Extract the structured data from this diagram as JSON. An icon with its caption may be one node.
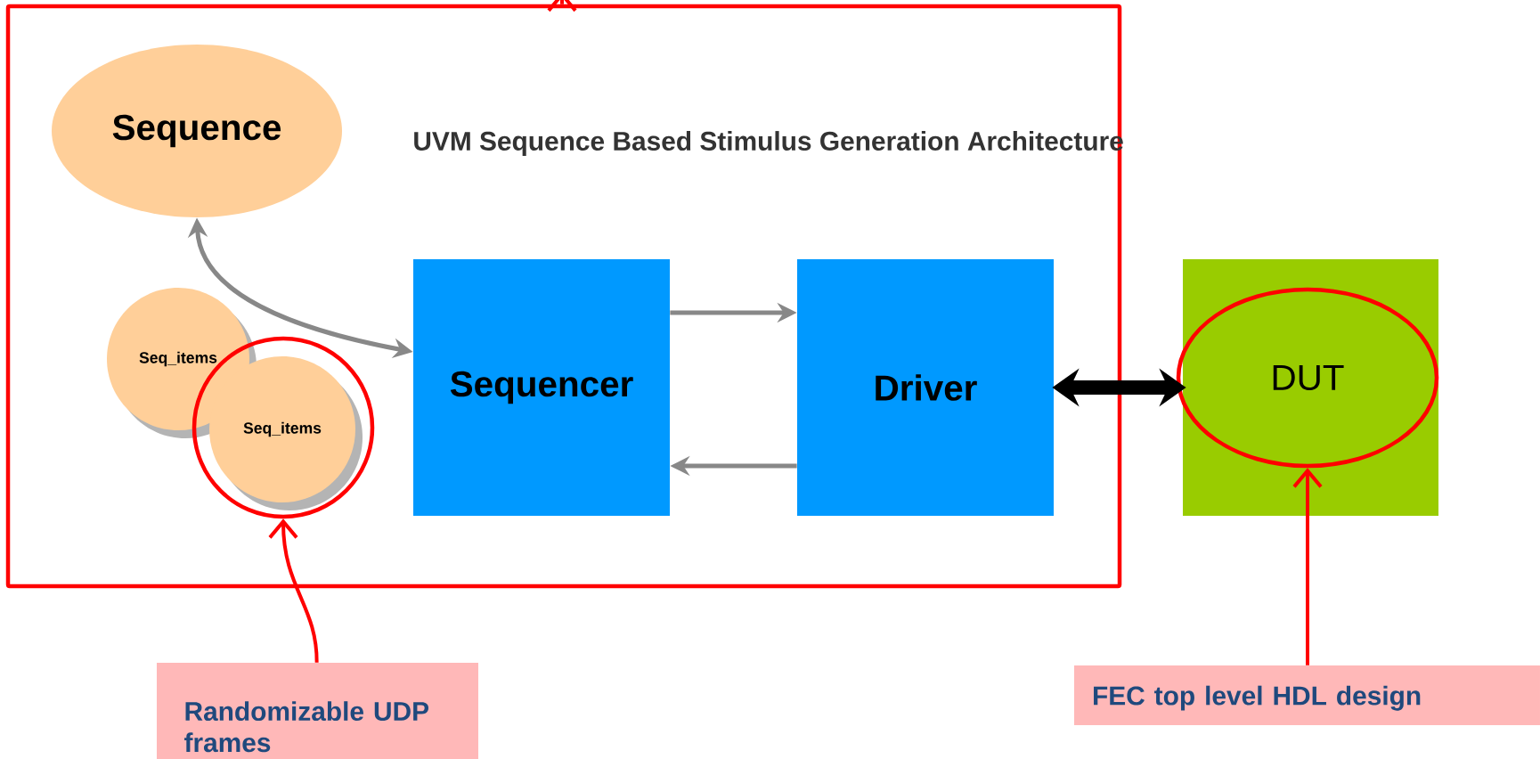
{
  "diagram": {
    "nodes": [
      {
        "text": [],
        "shape": "box"
      },
      {
        "text": [
          "Sequence"
        ],
        "in": 0
      },
      {
        "text": [
          "Seq_items"
        ],
        "in": 0
      },
      {
        "text": [
          "Seq_items"
        ],
        "in": 4
      },
      {
        "text": [],
        "shape": "circle",
        "in": 0
      },
      {
        "text": [
          "Sequencer"
        ],
        "in": 0
      },
      {
        "text": [
          "Driver"
        ],
        "in": 0
      },
      {
        "text": [],
        "shape": "box"
      },
      {
        "text": [
          "DUT"
        ],
        "in": 7
      },
      {
        "text": [
          "Randomizable UDP frames"
        ]
      },
      {
        "text": [
          "FEC top level HDL design"
        ]
      }
    ],
    "edges": [
      {
        "from": 1,
        "to": 5,
        "arrow": "both"
      },
      {
        "from": 5,
        "to": 6,
        "arrow": "to"
      },
      {
        "from": 6,
        "to": 5,
        "arrow": "to"
      },
      {
        "from": 6,
        "to": 7,
        "arrow": "both",
        "style": "thick",
        "color": "#000000"
      },
      {
        "from": 9,
        "to": 4,
        "arrow": "to",
        "color": "#ff0000"
      },
      {
        "from": 10,
        "to": 8,
        "arrow": "to",
        "color": "#ff0000"
      },
      {
        "from": 0,
        "to": null,
        "arrow": "to",
        "color": "#ff0000"
      }
    ],
    "labels": [
      "UVM Sequence Based Stimulus Generation Architecture"
    ]
  }
}
